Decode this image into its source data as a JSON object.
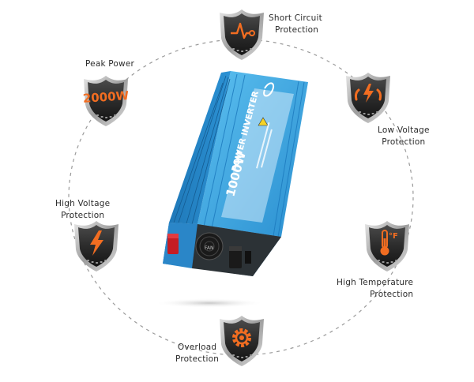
{
  "features": {
    "short_circuit": {
      "line1": "Short Circuit",
      "line2": "Protection"
    },
    "peak_power": {
      "line1": "Peak Power",
      "badge": "2000W"
    },
    "low_voltage": {
      "line1": "Low Voltage",
      "line2": "Protection"
    },
    "high_voltage": {
      "line1": "High Voltage",
      "line2": "Protection"
    },
    "high_temperature": {
      "line1": "High Temperature",
      "line2": "Protection",
      "unit": "°F"
    },
    "overload": {
      "line1": "Overload",
      "line2": "Protection"
    }
  },
  "product": {
    "wattage": "1000W",
    "name": "POWER INVERTER",
    "fan_label": "FAN",
    "body_color": "#3aa6e0"
  },
  "colors": {
    "shield_dark": "#2e2e2e",
    "shield_rim": "#bfbfbf",
    "icon_orange": "#f26d21",
    "dashed_ring": "#9a9a9a"
  }
}
